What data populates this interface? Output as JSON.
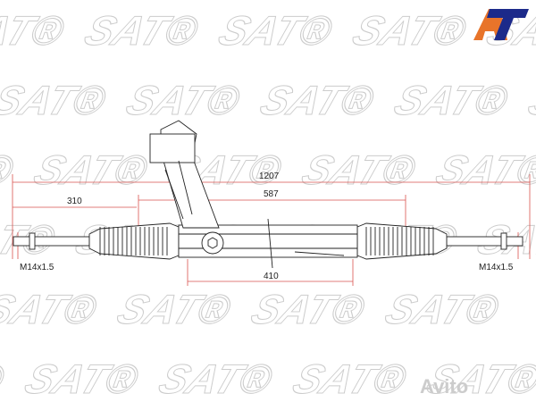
{
  "logo": {
    "text": "AT",
    "colors": {
      "a": "#e8742a",
      "t": "#1c2a8a"
    }
  },
  "watermark": {
    "text": "SAT",
    "mark": "®"
  },
  "store_watermark": "Avito",
  "dimensions": {
    "overall": "1207",
    "inner": "587",
    "left_offset": "310",
    "housing": "410",
    "thread_left": "M14x1.5",
    "thread_right": "M14x1.5"
  },
  "colors": {
    "dimension_line": "#d9534f",
    "drawing": "#222222"
  }
}
